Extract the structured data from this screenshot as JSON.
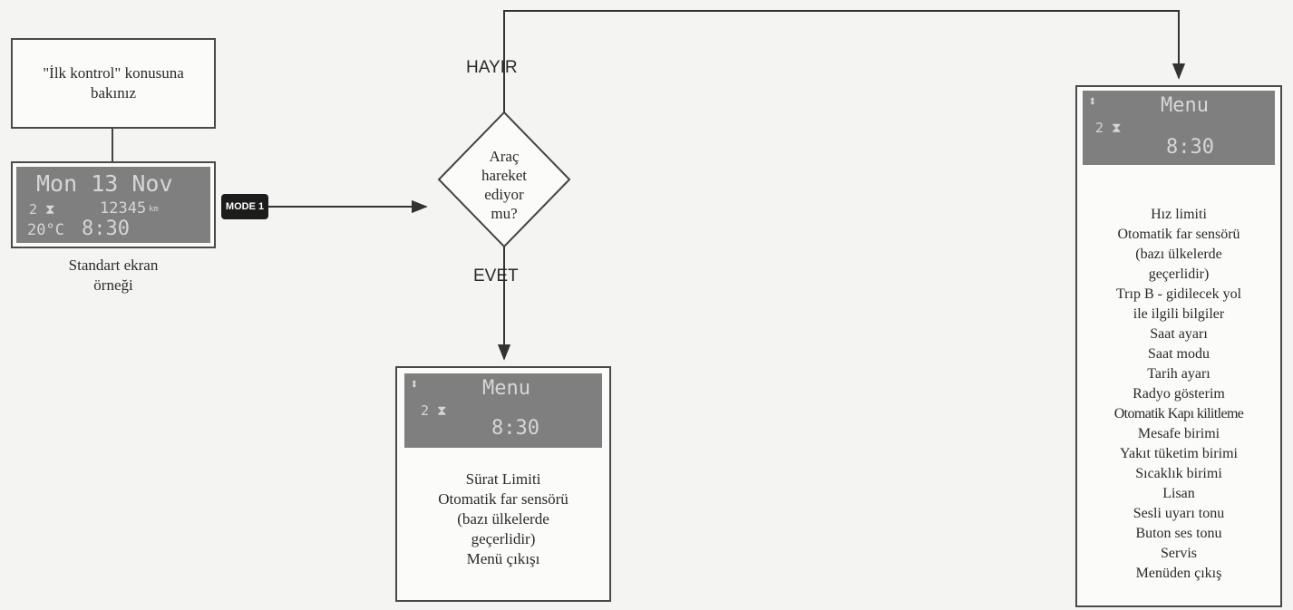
{
  "note_box": {
    "line1": "\"İlk kontrol\" konusuna",
    "line2": "bakınız"
  },
  "standard_display": {
    "date": "Mon 13 Nov",
    "icon_text": "2 ⧗",
    "odometer": "12345",
    "odometer_unit": "km",
    "temp": "20°C",
    "time": "8:30"
  },
  "standard_caption": {
    "line1": "Standart ekran",
    "line2": "örneği"
  },
  "mode_button": "MODE 1",
  "decision": {
    "line1": "Araç",
    "line2": "hareket",
    "line3": "ediyor",
    "line4": "mu?"
  },
  "no_label": "HAYIR",
  "yes_label": "EVET",
  "menu_display": {
    "arrows": "⬍",
    "title": "Menu",
    "icon_text": "2 ⧗",
    "time": "8:30"
  },
  "yes_menu": [
    "Sürat Limiti",
    "Otomatik far sensörü",
    "(bazı ülkelerde",
    "geçerlidir)",
    "Menü çıkışı"
  ],
  "no_menu": [
    "Hız limiti",
    "Otomatik far sensörü",
    "(bazı ülkelerde",
    "geçerlidir)",
    "Trıp B - gidilecek yol",
    "ile  ilgili bilgiler",
    "Saat ayarı",
    "Saat modu",
    "Tarih ayarı",
    "Radyo gösterim",
    "Otomatik Kapı kilitleme",
    "Mesafe birimi",
    "Yakıt tüketim birimi",
    "Sıcaklık birimi",
    "Lisan",
    "Sesli uyarı tonu",
    "Buton ses tonu",
    "Servis",
    "Menüden çıkış"
  ]
}
